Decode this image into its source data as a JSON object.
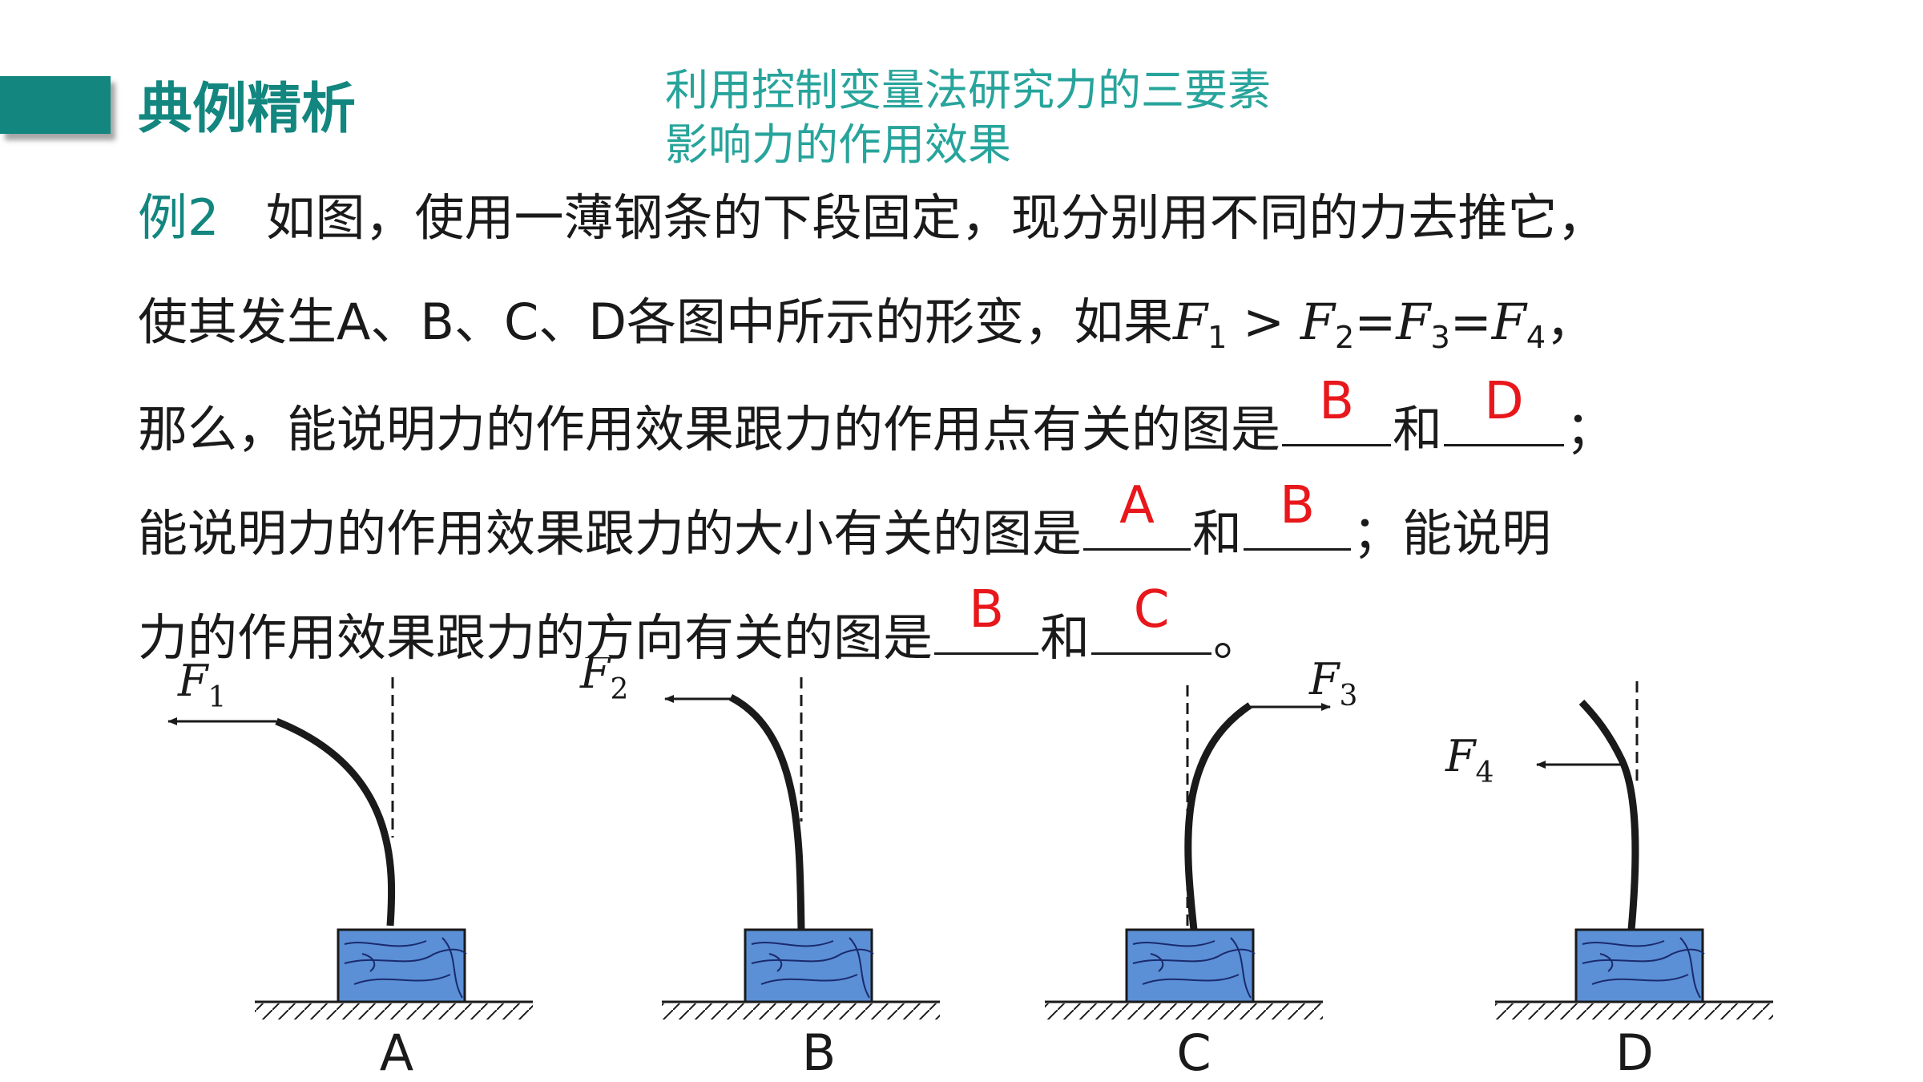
{
  "header": {
    "title": "典例精析"
  },
  "subtitle": {
    "line1": "利用控制变量法研究力的三要素",
    "line2": "影响力的作用效果"
  },
  "question": {
    "label": "例2",
    "line1": "如图，使用一薄钢条的下段固定，现分别用不同的力去推它，",
    "line2_pre": "使其发生A、B、C、D各图中所示的形变，如果",
    "f": "F",
    "s1": "1",
    "s2": "2",
    "s3": "3",
    "s4": "4",
    "gt": " > ",
    "eq": "=",
    "line2_end": "，",
    "line3_pre": "那么，能说明力的作用效果跟力的作用点有关的图是",
    "he": "和",
    "line3_end": "；",
    "line4_pre": "能说明力的作用效果跟力的大小有关的图是",
    "line4_end": "；能说明",
    "line5_pre": "力的作用效果跟力的方向有关的图是",
    "line5_end": "。"
  },
  "answers": {
    "point": [
      "B",
      "D"
    ],
    "magnitude": [
      "A",
      "B"
    ],
    "direction": [
      "B",
      "C"
    ]
  },
  "figures": [
    {
      "label": "A",
      "force": "F",
      "sub": "1"
    },
    {
      "label": "B",
      "force": "F",
      "sub": "2"
    },
    {
      "label": "C",
      "force": "F",
      "sub": "3"
    },
    {
      "label": "D",
      "force": "F",
      "sub": "4"
    }
  ],
  "colors": {
    "accent": "#12867f",
    "subtitle": "#27a49b",
    "answer": "#e8171b",
    "block": "#5b8fd6"
  }
}
